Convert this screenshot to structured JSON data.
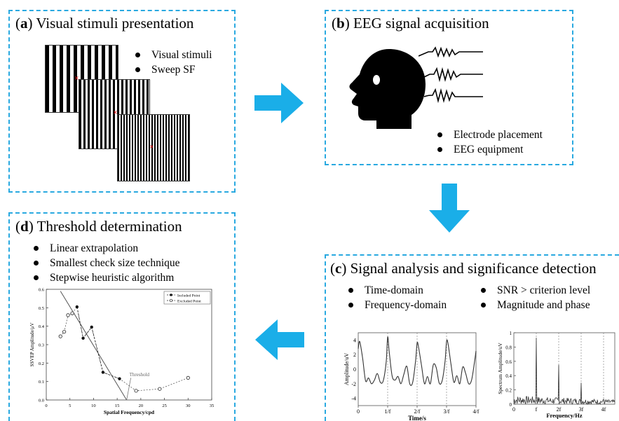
{
  "panels": {
    "a": {
      "letter": "a",
      "title": "Visual stimuli presentation",
      "bullets": [
        "Visual stimuli",
        "Sweep SF"
      ]
    },
    "b": {
      "letter": "b",
      "title": "EEG signal acquisition",
      "bullets": [
        "Electrode placement",
        "EEG equipment"
      ]
    },
    "c": {
      "letter": "c",
      "title": "Signal analysis and significance detection",
      "bullets_left": [
        "Time-domain",
        "Frequency-domain"
      ],
      "bullets_right": [
        "SNR > criterion level",
        "Magnitude and phase"
      ]
    },
    "d": {
      "letter": "d",
      "title": "Threshold determination",
      "bullets": [
        "Linear extrapolation",
        "Smallest check size technique",
        "Stepwise heuristic algorithm"
      ]
    }
  },
  "colors": {
    "accent": "#29a9e0",
    "arrow": "#1aaee8"
  },
  "icons": [
    "head-silhouette-icon",
    "electrode-wire-icon",
    "arrow-right-icon",
    "arrow-down-icon",
    "arrow-left-icon"
  ],
  "chart_data": [
    {
      "type": "line",
      "xlabel": "Time/s",
      "ylabel": "Amplitude/uV",
      "xticks": [
        "0",
        "1/f",
        "2/f",
        "3/f",
        "4/f"
      ],
      "yticks": [
        "4",
        "2",
        "0",
        "-2",
        "-4"
      ],
      "ylim": [
        -5,
        5
      ],
      "xlim": [
        0,
        4
      ],
      "grid": "vertical dotted lines at 1/f, 2/f, 3/f",
      "x": [
        0,
        0.05,
        0.15,
        0.25,
        0.35,
        0.45,
        0.55,
        0.65,
        0.75,
        0.85,
        0.95,
        1.0,
        1.05,
        1.15,
        1.25,
        1.35,
        1.45,
        1.55,
        1.65,
        1.75,
        1.85,
        1.95,
        2.0,
        2.05,
        2.15,
        2.25,
        2.35,
        2.45,
        2.55,
        2.65,
        2.75,
        2.85,
        2.95,
        3.0,
        3.05,
        3.15,
        3.25,
        3.35,
        3.45,
        3.55,
        3.65,
        3.75,
        3.85,
        3.95,
        4.0
      ],
      "y": [
        2.8,
        3.8,
        1.5,
        -1.6,
        -1.2,
        -2.0,
        -1.5,
        -0.6,
        -1.8,
        -1.6,
        1.0,
        4.4,
        2.5,
        -0.9,
        -1.5,
        -1.0,
        -2.0,
        -0.7,
        0.4,
        -2.0,
        -1.8,
        1.2,
        3.6,
        3.0,
        0.5,
        -2.0,
        -1.0,
        -2.0,
        0.6,
        0.2,
        -1.9,
        -1.6,
        1.1,
        3.8,
        3.5,
        0.7,
        -1.8,
        -0.9,
        -2.0,
        0.3,
        -0.6,
        -2.0,
        -1.5,
        1.0,
        2.5
      ]
    },
    {
      "type": "line",
      "xlabel": "Frequency/Hz",
      "ylabel": "Spectrum Amplitude/uV",
      "xticks": [
        "0",
        "f",
        "2f",
        "3f",
        "4f"
      ],
      "yticks": [
        "1",
        "0.8",
        "0.6",
        "0.4",
        "0.2",
        "0"
      ],
      "ylim": [
        0,
        1
      ],
      "xlim": [
        0,
        4.5
      ],
      "grid": "vertical dotted lines at f, 2f, 3f, 4f",
      "peaks": [
        {
          "x": 1,
          "y": 0.93
        },
        {
          "x": 2,
          "y": 0.55
        },
        {
          "x": 3,
          "y": 0.3
        },
        {
          "x": 4,
          "y": 0.07
        }
      ],
      "noise_level": 0.12
    },
    {
      "type": "scatter",
      "xlabel": "Spatial Frequency/cpd",
      "ylabel": "SSVEP Amplitude/μV",
      "xticks": [
        "0",
        "5",
        "10",
        "15",
        "20",
        "25",
        "30",
        "35"
      ],
      "yticks": [
        "0.0",
        "0.1",
        "0.2",
        "0.3",
        "0.4",
        "0.5",
        "0.6"
      ],
      "xlim": [
        0,
        35
      ],
      "ylim": [
        0,
        0.6
      ],
      "legend": "top-right",
      "annotation": "Threshold",
      "series": [
        {
          "name": "Included Point",
          "marker": "filled",
          "x": [
            6.5,
            7.8,
            9.6,
            12,
            15.5
          ],
          "y": [
            0.505,
            0.335,
            0.395,
            0.15,
            0.115
          ]
        },
        {
          "name": "Excluded Point",
          "marker": "open",
          "x": [
            3,
            3.8,
            4.6,
            5.5,
            19,
            24,
            30
          ],
          "y": [
            0.345,
            0.37,
            0.46,
            0.47,
            0.05,
            0.06,
            0.12
          ]
        }
      ],
      "fit_line": {
        "x": [
          3,
          17
        ],
        "y": [
          0.59,
          0
        ]
      }
    }
  ]
}
